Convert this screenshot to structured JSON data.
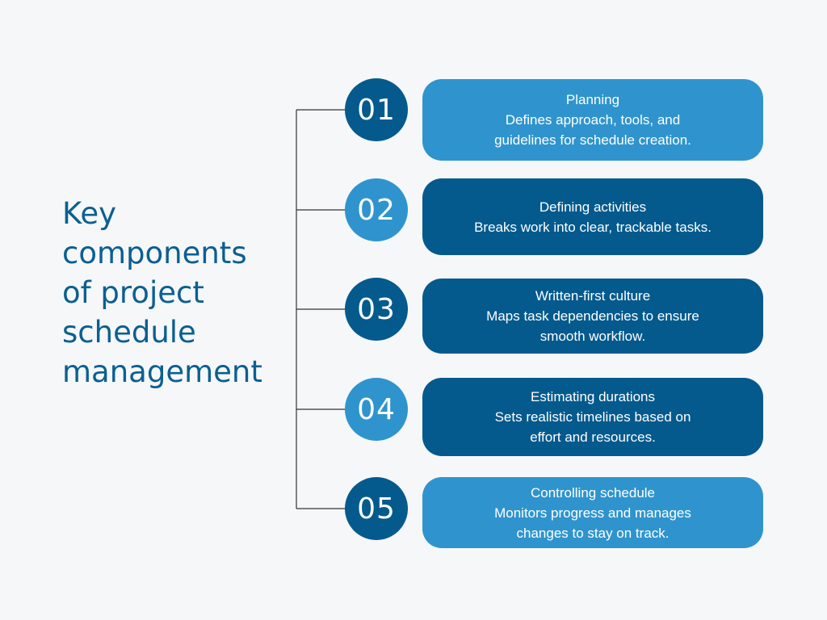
{
  "title_lines": [
    "Key",
    "components",
    "of project",
    "schedule",
    "management"
  ],
  "colors": {
    "title": "#0b5f91",
    "light_blue": "#2f94cd",
    "dark_blue": "#045a8d",
    "connector": "#333333",
    "background": "#f6f7f9"
  },
  "steps": [
    {
      "number": "01",
      "title": "Planning",
      "description_lines": [
        "Defines approach, tools, and",
        "guidelines for schedule creation."
      ]
    },
    {
      "number": "02",
      "title": "Defining activities",
      "description_lines": [
        "Breaks work into clear, trackable tasks."
      ]
    },
    {
      "number": "03",
      "title": "Written-first culture",
      "description_lines": [
        "Maps task dependencies to ensure",
        "smooth workflow."
      ]
    },
    {
      "number": "04",
      "title": "Estimating durations",
      "description_lines": [
        "Sets realistic timelines based on",
        "effort and resources."
      ]
    },
    {
      "number": "05",
      "title": "Controlling schedule",
      "description_lines": [
        "Monitors progress and manages",
        "changes to stay on track."
      ]
    }
  ]
}
